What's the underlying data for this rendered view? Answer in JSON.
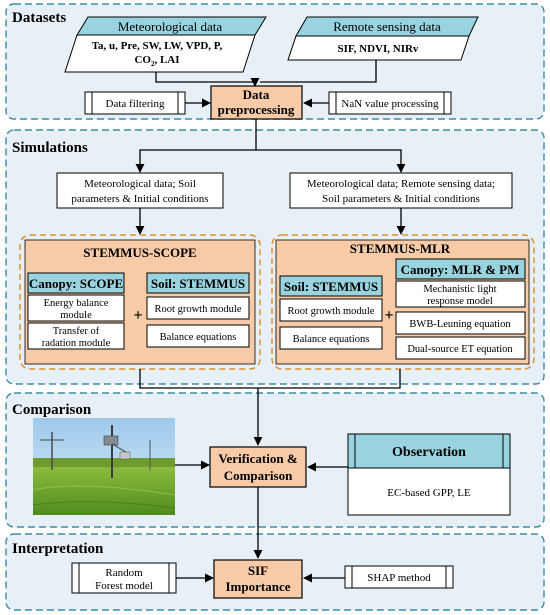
{
  "sections": {
    "datasets": "Datasets",
    "simulations": "Simulations",
    "comparison": "Comparison",
    "interpretation": "Interpretation"
  },
  "datasets": {
    "meteorological": {
      "title": "Meteorological data",
      "line1": "Ta, u, Pre, SW, LW, VPD, P,",
      "line2_co": "CO",
      "line2_sub": "2",
      "line2_rest": ", LAI"
    },
    "remote_sensing": {
      "title": "Remote sensing data",
      "line1": "SIF, NDVI, NIRv"
    },
    "data_filtering": "Data filtering",
    "preprocessing_line1": "Data",
    "preprocessing_line2": "preprocessing",
    "nan_processing": "NaN value processing"
  },
  "simulations": {
    "left_inputs": [
      "Meteorological data; Soil",
      "parameters & Initial conditions"
    ],
    "right_inputs": [
      "Meteorological data; Remote sensing data;",
      "Soil parameters & Initial conditions"
    ],
    "scope": {
      "title": "STEMMUS-SCOPE",
      "canopy_header": "Canopy: SCOPE",
      "canopy_items": [
        [
          "Energy balance",
          "module"
        ],
        [
          "Transfer of",
          "radation module"
        ]
      ],
      "soil_header": "Soil: STEMMUS",
      "soil_items": [
        [
          "Root growth module"
        ],
        [
          "Balance equations"
        ]
      ],
      "plus": "+"
    },
    "mlr": {
      "title": "STEMMUS-MLR",
      "soil_header": "Soil: STEMMUS",
      "soil_items": [
        [
          "Root growth module"
        ],
        [
          "Balance equations"
        ]
      ],
      "canopy_header": "Canopy: MLR & PM",
      "canopy_items": [
        [
          "Mechanistic light",
          "response model"
        ],
        [
          "BWB-Leuning equation"
        ],
        [
          "Dual-source ET equation"
        ]
      ],
      "plus": "+"
    }
  },
  "comparison": {
    "verification_line1": "Verification &",
    "verification_line2": "Comparison",
    "observation_title": "Observation",
    "observation_item": "EC-based GPP, LE"
  },
  "interpretation": {
    "random_forest": [
      "Random",
      "Forest model"
    ],
    "importance_line1": "SIF",
    "importance_line2": "Importance",
    "shap": "SHAP method"
  },
  "colors": {
    "section_bg": "#e6f0f6",
    "section_border": "#3b8da6",
    "key_box": "#f8cba8",
    "header_teal": "#98d3df",
    "dash_orange": "#e0912d"
  }
}
